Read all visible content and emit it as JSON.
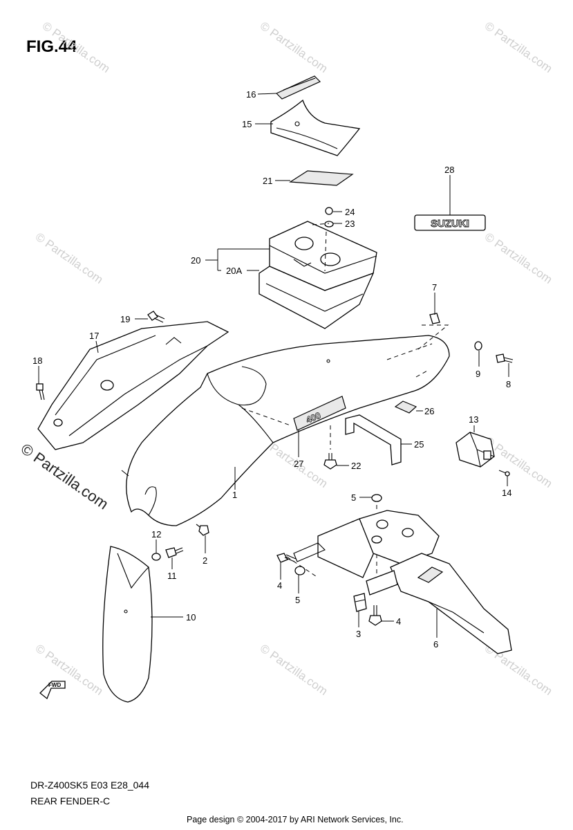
{
  "figure": {
    "title": "FIG.44",
    "model_code": "DR-Z400SK5 E03 E28_044",
    "section_name": "REAR FENDER-C",
    "footer": "Page design © 2004-2017 by ARI Network Services, Inc.",
    "fwd_label": "FWD",
    "brand_decal_text": "SUZUKI",
    "model_decal_text": "400"
  },
  "watermark": {
    "text": "© Partzilla.com",
    "corner_text": "© Partzilla.com",
    "color": "#cfcfcf"
  },
  "callouts": [
    {
      "id": "c16",
      "label": "16"
    },
    {
      "id": "c15",
      "label": "15"
    },
    {
      "id": "c21",
      "label": "21"
    },
    {
      "id": "c28",
      "label": "28"
    },
    {
      "id": "c24",
      "label": "24"
    },
    {
      "id": "c23",
      "label": "23"
    },
    {
      "id": "c20",
      "label": "20"
    },
    {
      "id": "c20a",
      "label": "20A"
    },
    {
      "id": "c7",
      "label": "7"
    },
    {
      "id": "c19",
      "label": "19"
    },
    {
      "id": "c17",
      "label": "17"
    },
    {
      "id": "c18",
      "label": "18"
    },
    {
      "id": "c9",
      "label": "9"
    },
    {
      "id": "c8",
      "label": "8"
    },
    {
      "id": "c26",
      "label": "26"
    },
    {
      "id": "c13",
      "label": "13"
    },
    {
      "id": "c25",
      "label": "25"
    },
    {
      "id": "c27",
      "label": "27"
    },
    {
      "id": "c22",
      "label": "22"
    },
    {
      "id": "c1",
      "label": "1"
    },
    {
      "id": "c14",
      "label": "14"
    },
    {
      "id": "c5a",
      "label": "5"
    },
    {
      "id": "c12",
      "label": "12"
    },
    {
      "id": "c2",
      "label": "2"
    },
    {
      "id": "c11",
      "label": "11"
    },
    {
      "id": "c4a",
      "label": "4"
    },
    {
      "id": "c5b",
      "label": "5"
    },
    {
      "id": "c10",
      "label": "10"
    },
    {
      "id": "c3",
      "label": "3"
    },
    {
      "id": "c4b",
      "label": "4"
    },
    {
      "id": "c6",
      "label": "6"
    }
  ]
}
